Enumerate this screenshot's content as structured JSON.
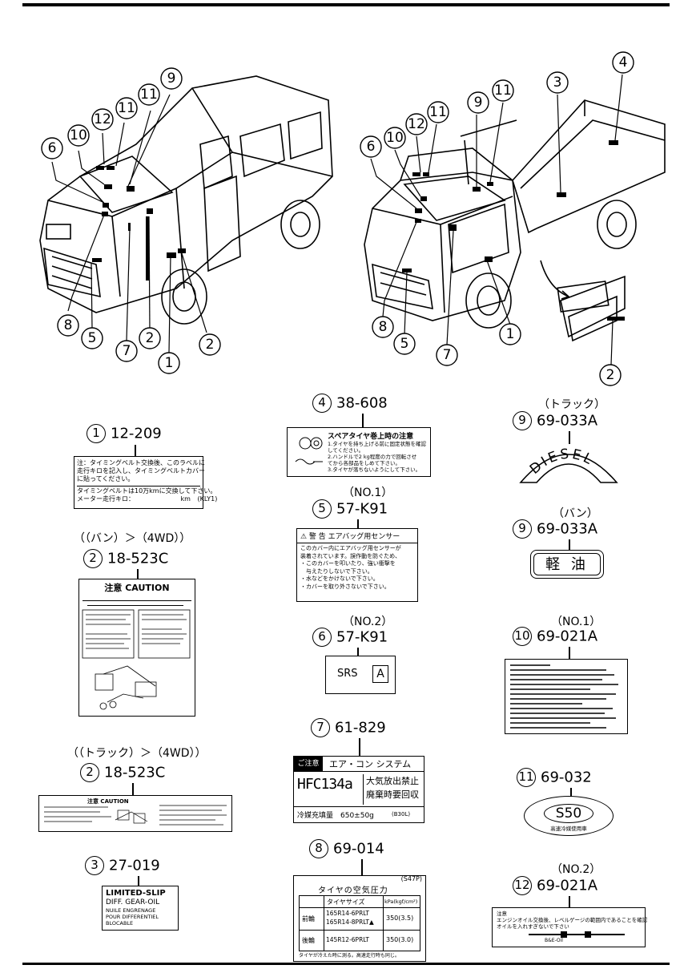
{
  "van_callouts": [
    "6",
    "10",
    "12",
    "11",
    "11",
    "9",
    "8",
    "5",
    "7",
    "2",
    "1",
    "2"
  ],
  "truck_callouts": [
    "6",
    "10",
    "12",
    "11",
    "9",
    "11",
    "3",
    "4",
    "8",
    "5",
    "7",
    "1",
    "2"
  ],
  "labels": {
    "l1": {
      "num": "1",
      "code": "12-209",
      "lines": [
        "注：タイミングベルト交換後、このラベルに",
        "走行キロを記入し、タイミングベルトカバー",
        "に貼ってください。",
        "タイミングベルトは10万kmに交換して下さい。",
        "メーター走行キロ："
      ],
      "km": "km",
      "kly": "(KLY1)"
    },
    "l2a": {
      "note": "（（バン）＞（4WD））",
      "num": "2",
      "code": "18-523C",
      "title": "注意 CAUTION"
    },
    "l2b": {
      "note": "（（トラック）＞（4WD））",
      "num": "2",
      "code": "18-523C",
      "title": "注意 CAUTION"
    },
    "l3": {
      "num": "3",
      "code": "27-019",
      "lines": [
        "LIMITED-SLIP",
        "DIFF. GEAR-OIL"
      ],
      "small": [
        "NUILE ENGRENAGE",
        "POUR DIFFERENTIEL",
        "BLOCABLE"
      ]
    },
    "l4": {
      "num": "4",
      "code": "38-608",
      "title": "スペアタイヤ巻上時の注意",
      "lines": [
        "1.タイヤを持ち上げる前に固定状態を確認",
        "してください。",
        "2.ハンドルで2 kg程度の力で回転させ",
        "てから各部品をしめて下さい。",
        "3.タイヤが落ちないようにして下さい。"
      ]
    },
    "l5": {
      "note": "（NO.1）",
      "num": "5",
      "code": "57-K91",
      "title": "⚠ 警 告  エアバッグ用センサー",
      "lines": [
        "このカバー内にエアバッグ用センサーが",
        "装着されています。誤作動を防ぐため、",
        "・このカバーを叩いたり、強い衝撃を",
        "　与えたりしないで下さい。",
        "・水などをかけないで下さい。",
        "・カバーを取り外さないで下さい。"
      ]
    },
    "l6": {
      "note": "（NO.2）",
      "num": "6",
      "code": "57-K91",
      "text": "SRS",
      "box": "A"
    },
    "l7": {
      "num": "7",
      "code": "61-829",
      "head_tag": "ご注意",
      "head_text": "エア・コン システム",
      "big": "HFC134a",
      "side": [
        "大気放出禁止",
        "廃棄時要回収"
      ],
      "fill": "冷媒充填量　650±50g",
      "fill_code": "(B30L)"
    },
    "l8": {
      "num": "8",
      "code": "69-014",
      "corner": "(S47P)",
      "title": "タイヤの空気圧力",
      "col1": "タイヤサイズ",
      "col2": "kPa(kgf/cm²)",
      "rows": [
        {
          "pos": "前輪",
          "sizes": [
            "165R14-6PRLT",
            "165R14-8PRLT▲"
          ],
          "val": "350(3.5)"
        },
        {
          "pos": "後輪",
          "sizes": [
            "145R12-6PRLT"
          ],
          "val": "350(3.0)"
        }
      ],
      "foot": "タイヤが冷えた時に測る。高速走行時も同じ。"
    },
    "l9a": {
      "note": "（トラック）",
      "num": "9",
      "code": "69-033A",
      "text": "DIESEL"
    },
    "l9b": {
      "note": "（バン）",
      "num": "9",
      "code": "69-033A",
      "text": "軽 油"
    },
    "l10": {
      "note": "（NO.1）",
      "num": "10",
      "code": "69-021A"
    },
    "l11": {
      "num": "11",
      "code": "69-032",
      "text": "S50",
      "sub": "高速冷媒使用車"
    },
    "l12": {
      "note": "（NO.2）",
      "num": "12",
      "code": "69-021A",
      "lines": [
        "注意",
        "エンジンオイル交換後、レベルゲージの範囲内であることを確認",
        "オイルを入れすぎないで下さい"
      ],
      "sub": "B&E-Oil"
    }
  }
}
